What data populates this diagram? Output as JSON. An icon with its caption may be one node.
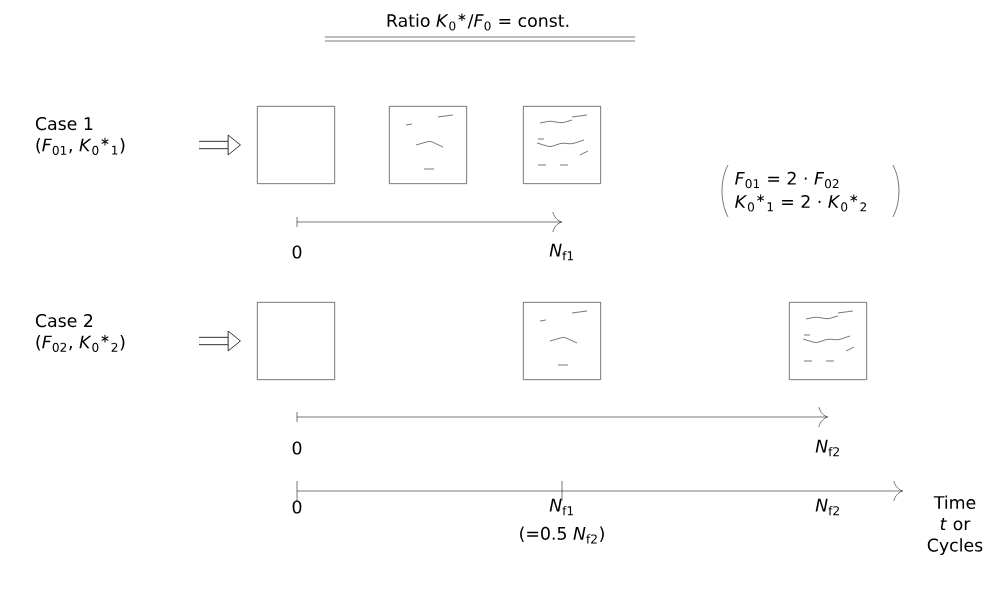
{
  "diagram": {
    "title": "Ratio *K*$_{0}$$^{∗}$/*F*$_{0}$ = const.",
    "nodes": [
      {
        "text": [
          "Case 1",
          "(*F*$_{01}$, *K*$_{0}$$^{∗}$$_{1}$)"
        ]
      },
      {
        "text": [],
        "shape": "box"
      },
      {
        "text": [],
        "shape": "box"
      },
      {
        "text": [],
        "shape": "box"
      },
      {
        "text": [
          "Case 2",
          "(*F*$_{02}$, *K*$_{0}$$^{∗}$$_{2}$)"
        ]
      },
      {
        "text": [],
        "shape": "box"
      },
      {
        "text": [],
        "shape": "box"
      },
      {
        "text": [],
        "shape": "box"
      }
    ],
    "edges": [
      {
        "from": null,
        "to": 1,
        "arrow": "to"
      },
      {
        "from": null,
        "to": 5,
        "arrow": "to"
      }
    ],
    "labels": [
      "*F*$_{01}$ = 2 · *F*$_{02}$",
      "*K*$_{0}$$^{∗}$$_{1}$ = 2 · *K*$_{0}$$^{∗}$$_{2}$",
      "0",
      "*N*$_{f1}$",
      "0",
      "*N*$_{f2}$",
      "0",
      "*N*$_{f1}$",
      "(=0.5 *N*$_{f2}$)",
      "*N*$_{f2}$",
      "Time *t* or Cycles"
    ]
  }
}
